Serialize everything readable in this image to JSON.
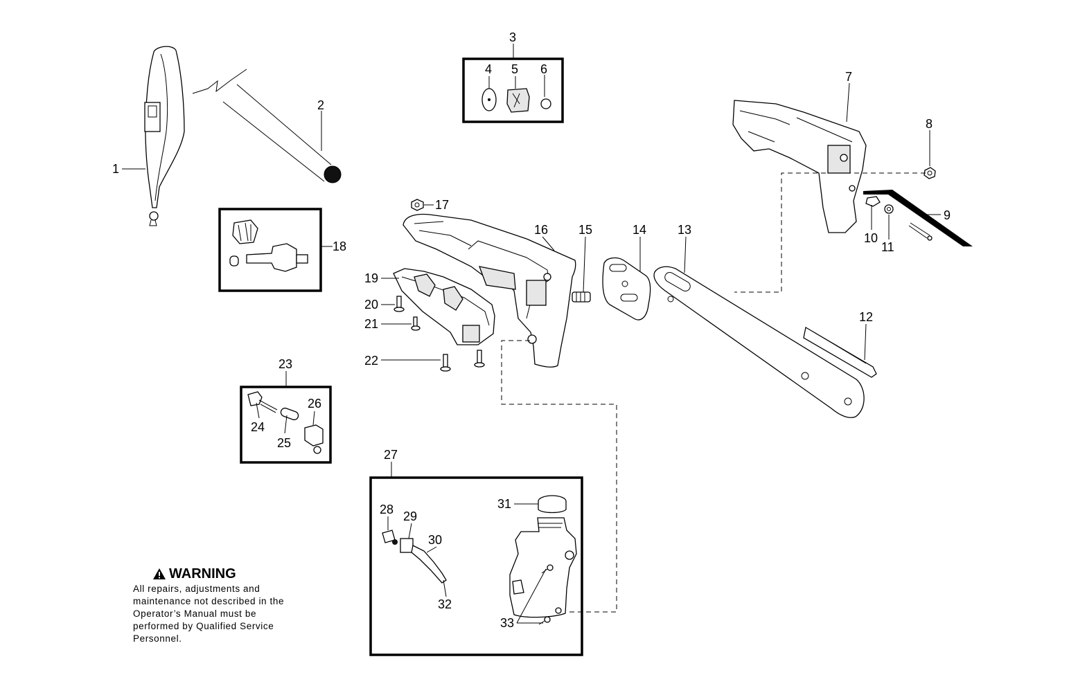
{
  "callouts": [
    "1",
    "2",
    "3",
    "4",
    "5",
    "6",
    "7",
    "8",
    "9",
    "10",
    "11",
    "12",
    "13",
    "14",
    "15",
    "16",
    "17",
    "18",
    "19",
    "20",
    "21",
    "22",
    "23",
    "24",
    "25",
    "26",
    "27",
    "28",
    "29",
    "30",
    "31",
    "32",
    "33",
    "33"
  ],
  "warning": {
    "icon": "warning-triangle-icon",
    "title": "WARNING",
    "text": "All repairs, adjustments and maintenance not described in the Operator’s Manual must be performed by Qualified Service Personnel."
  }
}
